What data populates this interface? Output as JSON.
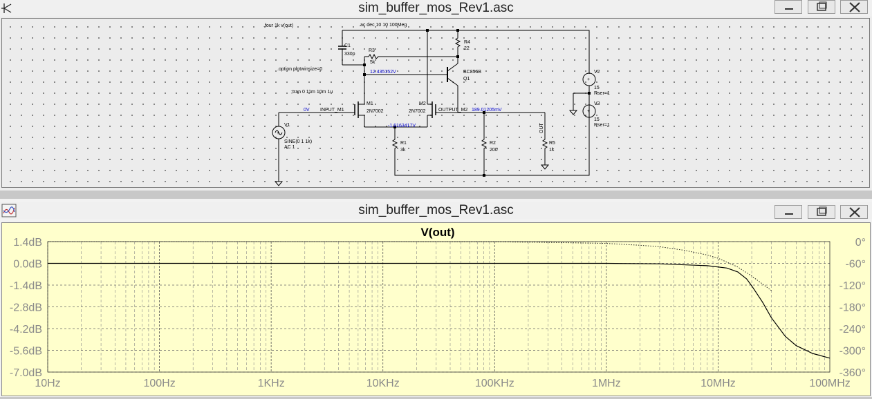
{
  "schematic_window": {
    "title": "sim_buffer_mos_Rev1.asc",
    "directives": {
      "four": ".four 1k v(out)",
      "ac": ".ac dec 10 10 100Meg",
      "option": ".option plotwinsize=0",
      "tran": ";tran 0 11m 10m 1u"
    },
    "components": {
      "c1_name": "C1",
      "c1_value": "330p",
      "r3_name": "R3",
      "r3_value": "5k",
      "r4_name": "R4",
      "r4_value": "22",
      "q1_model": "BC856B",
      "q1_name": "Q1",
      "m1_name": "M1",
      "m1_model": "2N7002",
      "m2_name": "M2",
      "m2_model": "2N7002",
      "r1_name": "R1",
      "r1_value": "3k",
      "r2_name": "R2",
      "r2_value": "200",
      "r5_name": "R5",
      "r5_value": "1k",
      "v1_name": "V1",
      "v1_value": "SINE(0 1 1k)",
      "v1_ac": "AC 1",
      "v2_name": "V2",
      "v2_value": "15",
      "v2_rser": "Rser=1",
      "v3_name": "V3",
      "v3_value": "15",
      "v3_rser": "Rser=1"
    },
    "node_labels": {
      "input": "INPUT_M1",
      "output": "OUTPUT_M2",
      "out": "OUT"
    },
    "voltages": {
      "v_in": "0V",
      "v_base": "12.435152V",
      "v_source": "-1.6163417V",
      "v_output": "189.01205mV"
    }
  },
  "plot_window": {
    "title": "sim_buffer_mos_Rev1.asc",
    "trace_title": "V(out)"
  },
  "chart_data": {
    "type": "line",
    "title": "V(out)",
    "x_scale": "log",
    "xlim": [
      10,
      100000000
    ],
    "x_ticks": [
      "10Hz",
      "100Hz",
      "1KHz",
      "10KHz",
      "100KHz",
      "1MHz",
      "10MHz",
      "100MHz"
    ],
    "y_left_ticks": [
      "1.4dB",
      "0.0dB",
      "-1.4dB",
      "-2.8dB",
      "-4.2dB",
      "-5.6dB",
      "-7.0dB"
    ],
    "y_left_range": [
      -7.0,
      1.4
    ],
    "y_right_ticks": [
      "0°",
      "-60°",
      "-120°",
      "-180°",
      "-240°",
      "-300°",
      "-360°"
    ],
    "y_right_range": [
      -360,
      0
    ],
    "grid": true,
    "magnitude": {
      "x": [
        10,
        100,
        1000,
        10000,
        100000,
        1000000,
        3000000,
        8000000,
        12000000,
        15000000,
        18000000,
        20000000,
        25000000,
        30000000,
        40000000,
        50000000,
        70000000,
        100000000
      ],
      "y": [
        0.0,
        0.0,
        0.0,
        0.0,
        0.0,
        0.0,
        -0.03,
        -0.15,
        -0.3,
        -0.55,
        -1.0,
        -1.45,
        -2.5,
        -3.5,
        -4.7,
        -5.3,
        -5.8,
        -6.1
      ]
    },
    "phase": {
      "x": [
        10,
        100,
        1000,
        10000,
        100000,
        300000,
        1000000,
        2000000,
        3000000,
        5000000,
        8000000,
        10000000,
        15000000,
        20000000,
        30000000
      ],
      "y": [
        0,
        0,
        0,
        0,
        -0.5,
        -2,
        -5,
        -10,
        -14,
        -24,
        -37,
        -46,
        -70,
        -95,
        -135
      ]
    }
  }
}
